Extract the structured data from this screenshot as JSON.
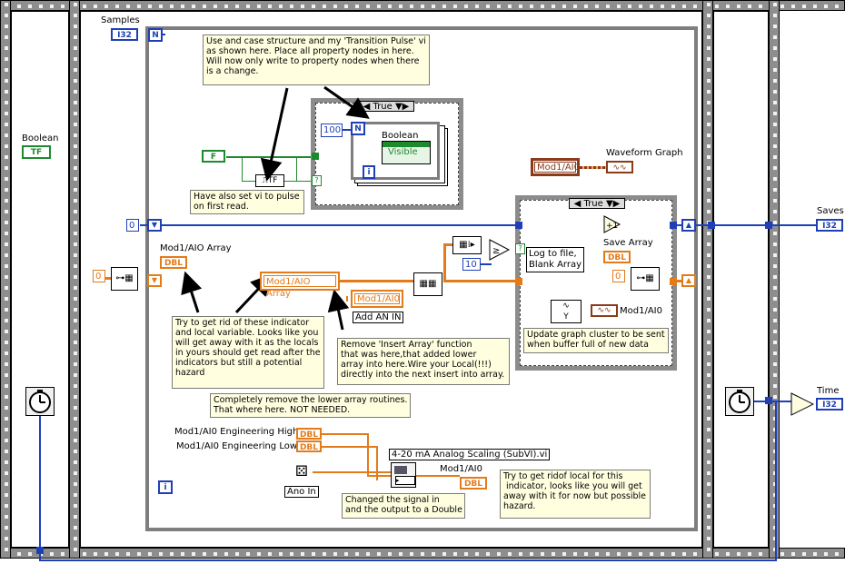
{
  "labels": {
    "samples": "Samples",
    "boolean_left": "Boolean",
    "saves": "Saves",
    "time": "Time",
    "mod_array": "Mod1/AIO Array",
    "waveform_graph": "Waveform Graph",
    "save_array": "Save Array",
    "mod_aio_output": "Mod1/AI0",
    "boolean_inner": "Boolean",
    "visible": "Visible",
    "eng_high": "Mod1/AI0 Engineering High",
    "eng_low": "Mod1/AI0 Engineering Low",
    "subvi_title": "4-20 mA Analog Scaling (SubVI).vi",
    "mod_aio_bottom": "Mod1/AI0",
    "ano_in": "Ano In",
    "add_an_in": "Add AN IN",
    "mod1_aio_local": "Mod1/AI0",
    "mod1_aio_array_local": "Mod1/AIO Array",
    "mod1_aio_cluster": "Mod1/AI0",
    "log_to_file": "Log to file,\nBlank Array"
  },
  "case_selectors": {
    "top": "True",
    "right": "True"
  },
  "terminals": {
    "i32": "I32",
    "n": "N",
    "i": "i",
    "dbl": "DBL",
    "tf": "TF",
    "f": "F"
  },
  "constants": {
    "hundred": "100",
    "zero_left": "0",
    "zero_wire": "0",
    "zero_save": "0",
    "ten": "10"
  },
  "notes": {
    "use_case": "Use and case structure and my 'Transition Pulse' vi\nas shown here. Place all property nodes in here.\nWill now only write to property nodes when there\nis a change.",
    "pulse": "Have also set vi to pulse\non first read.",
    "indicator": "Try to get rid of these indicator\nand local variable. Looks like you\nwill get away with it as the locals\nin yours should get read after the\nindicators but still a potential\nhazard",
    "remove_insert": "Remove 'Insert Array' function\nthat was here,that added lower\narray into here.Wire your Local(!!!)\ndirectly into the next insert into array.",
    "update_graph": "Update graph cluster to be sent\nwhen buffer full of new data",
    "completely_remove": "Completely remove the lower array routines.\nThat where here. NOT NEEDED.",
    "changed_signal": "Changed the signal in\nand the output to a Double",
    "local_hazard": "Try to get ridof local for this\n indicator, looks like you will get\naway with it for now but possible\nhazard."
  },
  "colors": {
    "int_wire": "#1f3fb7",
    "dbl_wire": "#e37b1a",
    "bool_wire": "#1e8a2e",
    "cluster_wire": "#8b3a1a",
    "note_bg": "#ffffe0",
    "frame_gray": "#8e8e8e"
  },
  "icons": {
    "timer_left": "clock-icon",
    "timer_right": "clock-icon",
    "dice": "random-number-icon",
    "pulse": "transition-pulse-icon",
    "subvi": "scaling-subvi-icon"
  }
}
